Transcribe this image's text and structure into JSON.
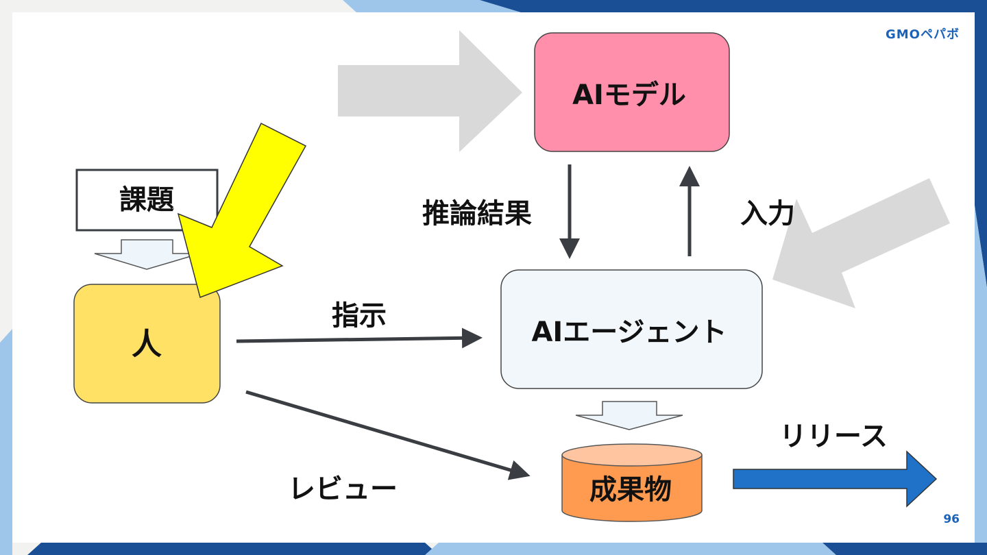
{
  "logo": {
    "text": "GMOペパボ"
  },
  "page_number": "96",
  "nodes": {
    "ai_model": "AIモデル",
    "ai_agent": "AIエージェント",
    "human": "人",
    "issue": "課題",
    "deliverable": "成果物"
  },
  "edge_labels": {
    "inference_result": "推論結果",
    "input": "入力",
    "instruction": "指示",
    "review": "レビュー",
    "release": "リリース"
  },
  "colors": {
    "ai_model_fill": "#ff8fab",
    "ai_agent_fill": "#f1f7fb",
    "human_fill": "#ffe166",
    "deliverable_fill": "#ff9b50",
    "deliverable_top": "#ffc4a0",
    "highlight_arrow": "#ffff00",
    "release_arrow": "#1f72c8",
    "dark_arrow": "#3a3d42",
    "accent_blue": "#1c62b8"
  }
}
